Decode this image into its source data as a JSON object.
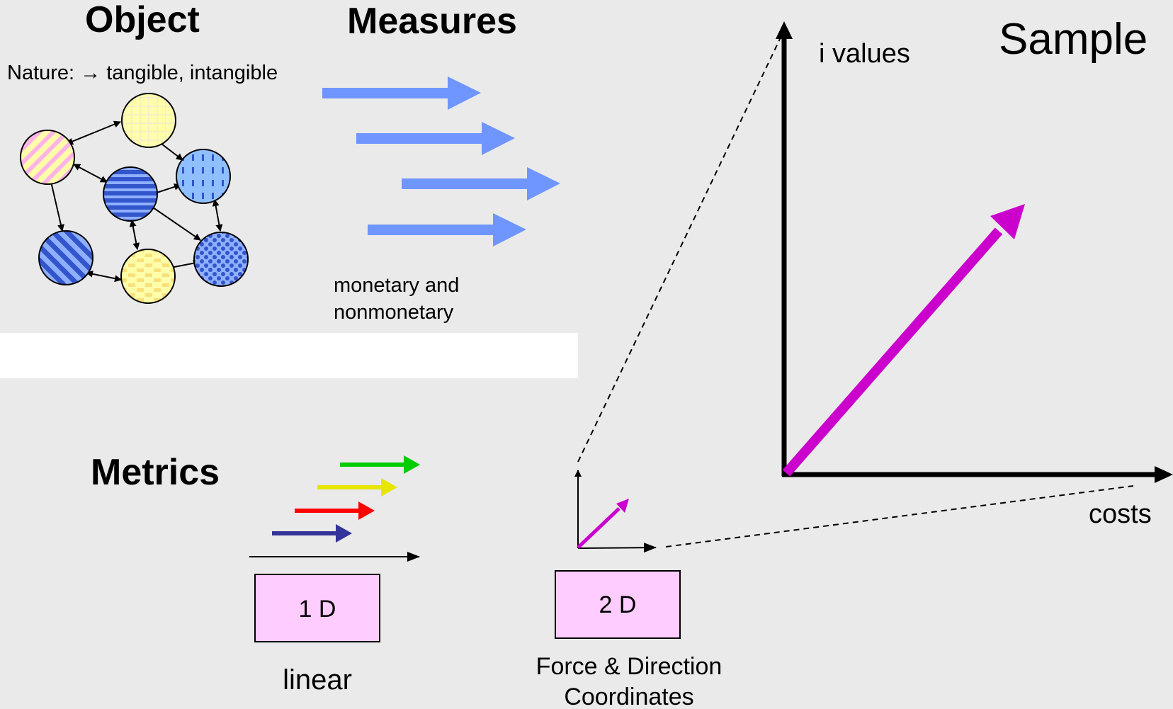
{
  "headings": {
    "object": "Object",
    "measures": "Measures",
    "metrics": "Metrics",
    "sample": "Sample"
  },
  "object": {
    "nature_label": "Nature: → tangible, intangible"
  },
  "measures": {
    "note_line1": "monetary and",
    "note_line2": "nonmonetary"
  },
  "metrics": {
    "box_1d": "1 D",
    "box_2d": "2 D",
    "caption_1d": "linear",
    "caption_2d_line1": "Force & Direction",
    "caption_2d_line2": "Coordinates",
    "arrow_colors": [
      "#00cc00",
      "#e6e600",
      "#ff0000",
      "#333399"
    ]
  },
  "sample": {
    "y_axis_label": "i values",
    "x_axis_label": "costs",
    "vector_color": "#cc00cc"
  },
  "colors": {
    "measure_arrow": "#6f96ff",
    "box_fill": "#ffccff",
    "background": "#eaeaea"
  }
}
